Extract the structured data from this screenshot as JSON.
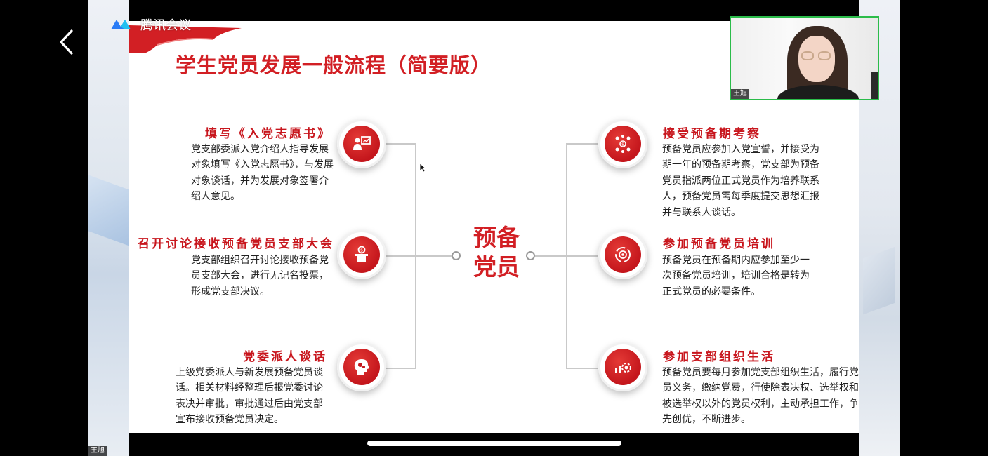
{
  "app": {
    "name": "腾讯会议"
  },
  "slide": {
    "title": "学生党员发展一般流程（简要版）",
    "center_label_line1": "预备",
    "center_label_line2": "党员",
    "left_steps": [
      {
        "title": "填写《入党志愿书》",
        "desc": "党支部委派入党介绍人指导发展对象填写《入党志愿书》，与发展对象谈话，并为发展对象签署介绍人意见。",
        "icon": "teacher-board-icon"
      },
      {
        "title": "召开讨论接收预备党员支部大会",
        "desc": "党支部组织召开讨论接收预备党员支部大会，进行无记名投票，形成党支部决议。",
        "icon": "podium-icon"
      },
      {
        "title": "党委派人谈话",
        "desc": "上级党委派人与新发展预备党员谈话。相关材料经整理后报党委讨论表决并审批，审批通过后由党支部宣布接收预备党员决定。",
        "icon": "head-gears-icon"
      }
    ],
    "right_steps": [
      {
        "title": "接受预备期考察",
        "desc": "预备党员应参加入党宣誓，并接受为期一年的预备期考察，党支部为预备党员指派两位正式党员作为培养联系人，预备党员需每季度提交思想汇报并与联系人谈话。",
        "icon": "people-network-icon"
      },
      {
        "title": "参加预备党员培训",
        "desc": "预备党员在预备期内应参加至少一次预备党员培训，培训合格是转为正式党员的必要条件。",
        "icon": "target-cycle-icon"
      },
      {
        "title": "参加支部组织生活",
        "desc": "预备党员要每月参加党支部组织生活，履行党员义务，缴纳党费，行使除表决权、选举权和被选举权以外的党员权利，主动承担工作，争先创优，不断进步。",
        "icon": "chart-gear-icon"
      }
    ]
  },
  "participant": {
    "name": "王旭"
  },
  "self_view": {
    "name": "王旭"
  },
  "colors": {
    "accent": "#d21f24",
    "video_border": "#2bbc4a"
  }
}
